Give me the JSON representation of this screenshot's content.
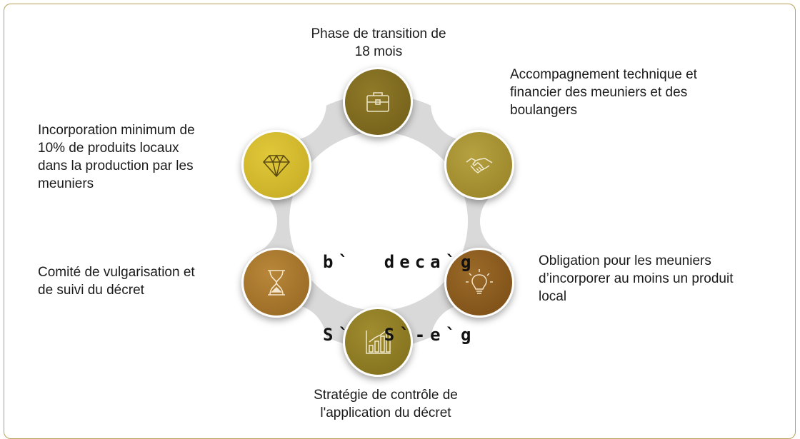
{
  "colors": {
    "frame": "#b8a15a",
    "ring": "#d9d9d9",
    "node_top": "#7f6a1e",
    "node_upper_right": "#a38f2e",
    "node_lower_right": "#8a5a1c",
    "node_bottom": "#8f7d22",
    "node_lower_left": "#a8792a",
    "node_upper_left": "#d2b82c"
  },
  "center_text": {
    "line1": "b`  deca`g",
    "line2": "S`  S`-e`g"
  },
  "steps": [
    {
      "id": "top",
      "icon": "briefcase-icon",
      "label": "Phase de transition de\n18 mois"
    },
    {
      "id": "upper-right",
      "icon": "handshake-icon",
      "label": "Accompagnement technique et\nfinancier des meuniers et des\nboulangers"
    },
    {
      "id": "lower-right",
      "icon": "lightbulb-icon",
      "label": "Obligation pour les meuniers\nd’incorporer au moins un produit\nlocal"
    },
    {
      "id": "bottom",
      "icon": "bar-chart-icon",
      "label": "Stratégie de contrôle de\nl'application du décret"
    },
    {
      "id": "lower-left",
      "icon": "hourglass-icon",
      "label": "Comité de vulgarisation et\nde suivi du décret"
    },
    {
      "id": "upper-left",
      "icon": "diamond-icon",
      "label": "Incorporation minimum de\n10% de produits locaux\ndans la production par les\nmeuniers"
    }
  ]
}
